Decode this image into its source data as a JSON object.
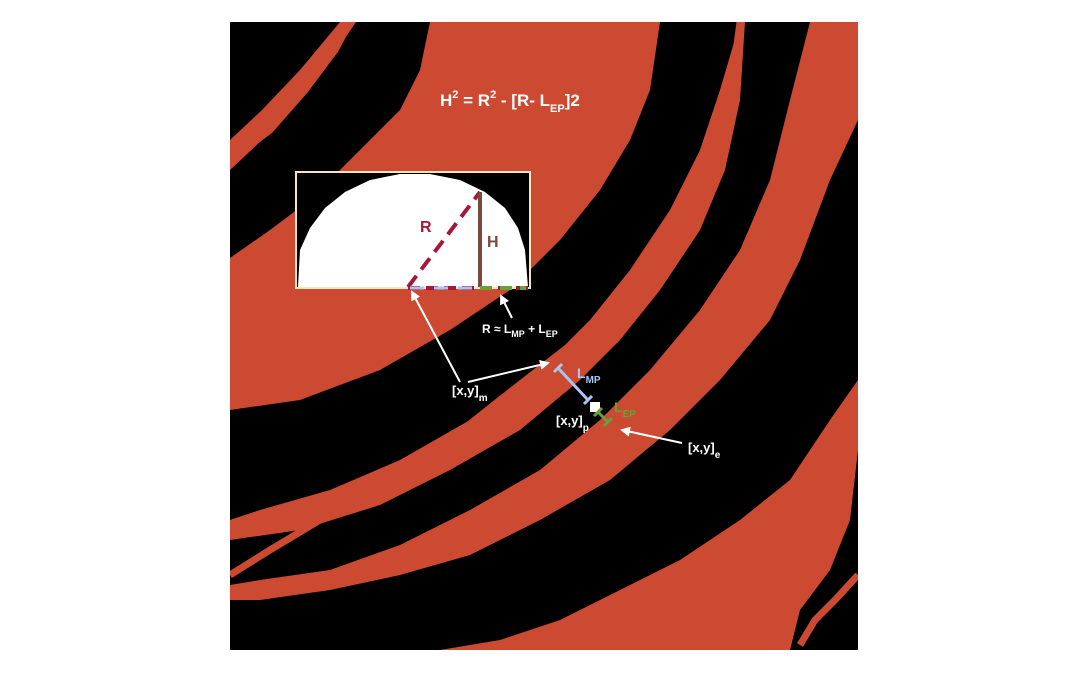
{
  "colors": {
    "background": "#ffffff",
    "panel_red": "#cd4a32",
    "black": "#000000",
    "white": "#ffffff",
    "R_line": "#a8173a",
    "H_line": "#7a4a3f",
    "LMP_color": "#a8c6f0",
    "LEP_color": "#6aa035",
    "inset_border": "#f6e6c0"
  },
  "equation": {
    "H": "H",
    "sup2a": "2",
    "eq": " = R",
    "sup2b": "2",
    "rest": " - [R- L",
    "sub": "EP",
    "end": "]2"
  },
  "inset": {
    "R_label": "R",
    "H_label": "H"
  },
  "approx": {
    "pre": "R ≈ L",
    "sub1": "MP",
    "mid": " + L",
    "sub2": "EP"
  },
  "points": {
    "m_base": "[x,y]",
    "m_sub": "m",
    "p_base": "[x,y]",
    "p_sub": "p",
    "e_base": "[x,y]",
    "e_sub": "e"
  },
  "segments": {
    "LMP_base": "L",
    "LMP_sub": "MP",
    "LEP_base": "L",
    "LEP_sub": "EP"
  }
}
